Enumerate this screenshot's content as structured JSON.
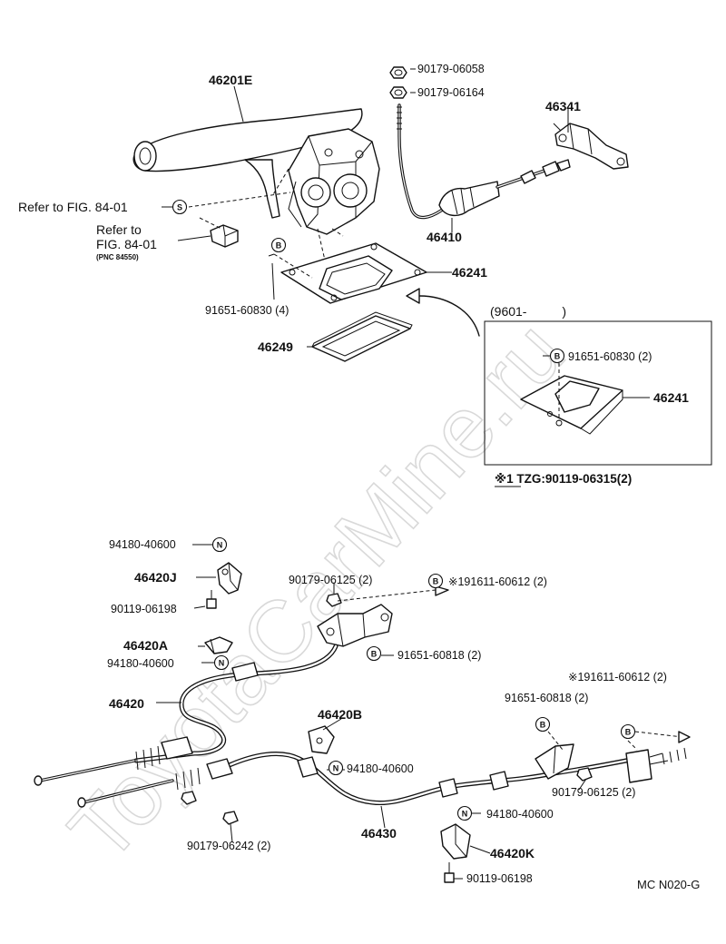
{
  "watermark": "ToyotaCarMine.ru",
  "figure_code": "MC N020-G",
  "labels": {
    "p46201E": "46201E",
    "p90179_06058": "90179-06058",
    "p90179_06164": "90179-06164",
    "p46341": "46341",
    "refer_fig_84_01_a": "Refer to FIG. 84-01",
    "refer_to": "Refer to",
    "fig_84_01": "FIG. 84-01",
    "pnc_84550": "(PNC 84550)",
    "p46410": "46410",
    "p46241": "46241",
    "p91651_60830_4": "91651-60830 (4)",
    "p46249": "46249",
    "inset_range": "(9601-          )",
    "inset_91651_60830_2": "91651-60830 (2)",
    "inset_46241": "46241",
    "tzg_note": "※1 TZG:90119-06315(2)",
    "p94180_40600_a": "94180-40600",
    "p46420J": "46420J",
    "p90119_06198_a": "90119-06198",
    "p90179_06125_a": "90179-06125 (2)",
    "p191611_60612_a": "※191611-60612 (2)",
    "p91651_60818_a": "91651-60818 (2)",
    "p46420A": "46420A",
    "p94180_40600_b": "94180-40600",
    "p46420": "46420",
    "p191611_60612_b": "※191611-60612 (2)",
    "p91651_60818_b": "91651-60818 (2)",
    "p46420B": "46420B",
    "p94180_40600_c": "94180-40600",
    "p90179_06125_b": "90179-06125 (2)",
    "p94180_40600_d": "94180-40600",
    "p46430": "46430",
    "p90179_06242": "90179-06242 (2)",
    "p46420K": "46420K",
    "p90119_06198_b": "90119-06198"
  },
  "marks": {
    "S": "S",
    "B": "B",
    "N": "N"
  }
}
